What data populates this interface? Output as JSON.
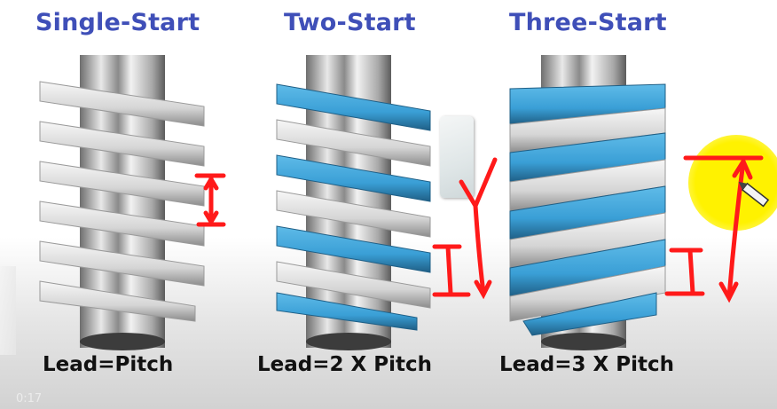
{
  "panels": [
    {
      "title": "Single-Start",
      "caption": "Lead=Pitch",
      "starts": 1
    },
    {
      "title": "Two-Start",
      "caption": "Lead=2 X Pitch",
      "starts": 2
    },
    {
      "title": "Three-Start",
      "caption": "Lead=3 X Pitch",
      "starts": 3
    }
  ],
  "annotations": {
    "pitch_marker": "red I-beam dimension marker",
    "lead_marker": "red arrow spanning lead",
    "pen_cursor": "pencil-icon"
  },
  "video": {
    "timestamp": "0:17"
  },
  "colors": {
    "title": "#3f4fb8",
    "thread_blue": "#3a9fd6",
    "thread_silver": "#d9d9d9",
    "annotation_red": "#ff1a1a",
    "highlight_yellow": "#fff200"
  }
}
